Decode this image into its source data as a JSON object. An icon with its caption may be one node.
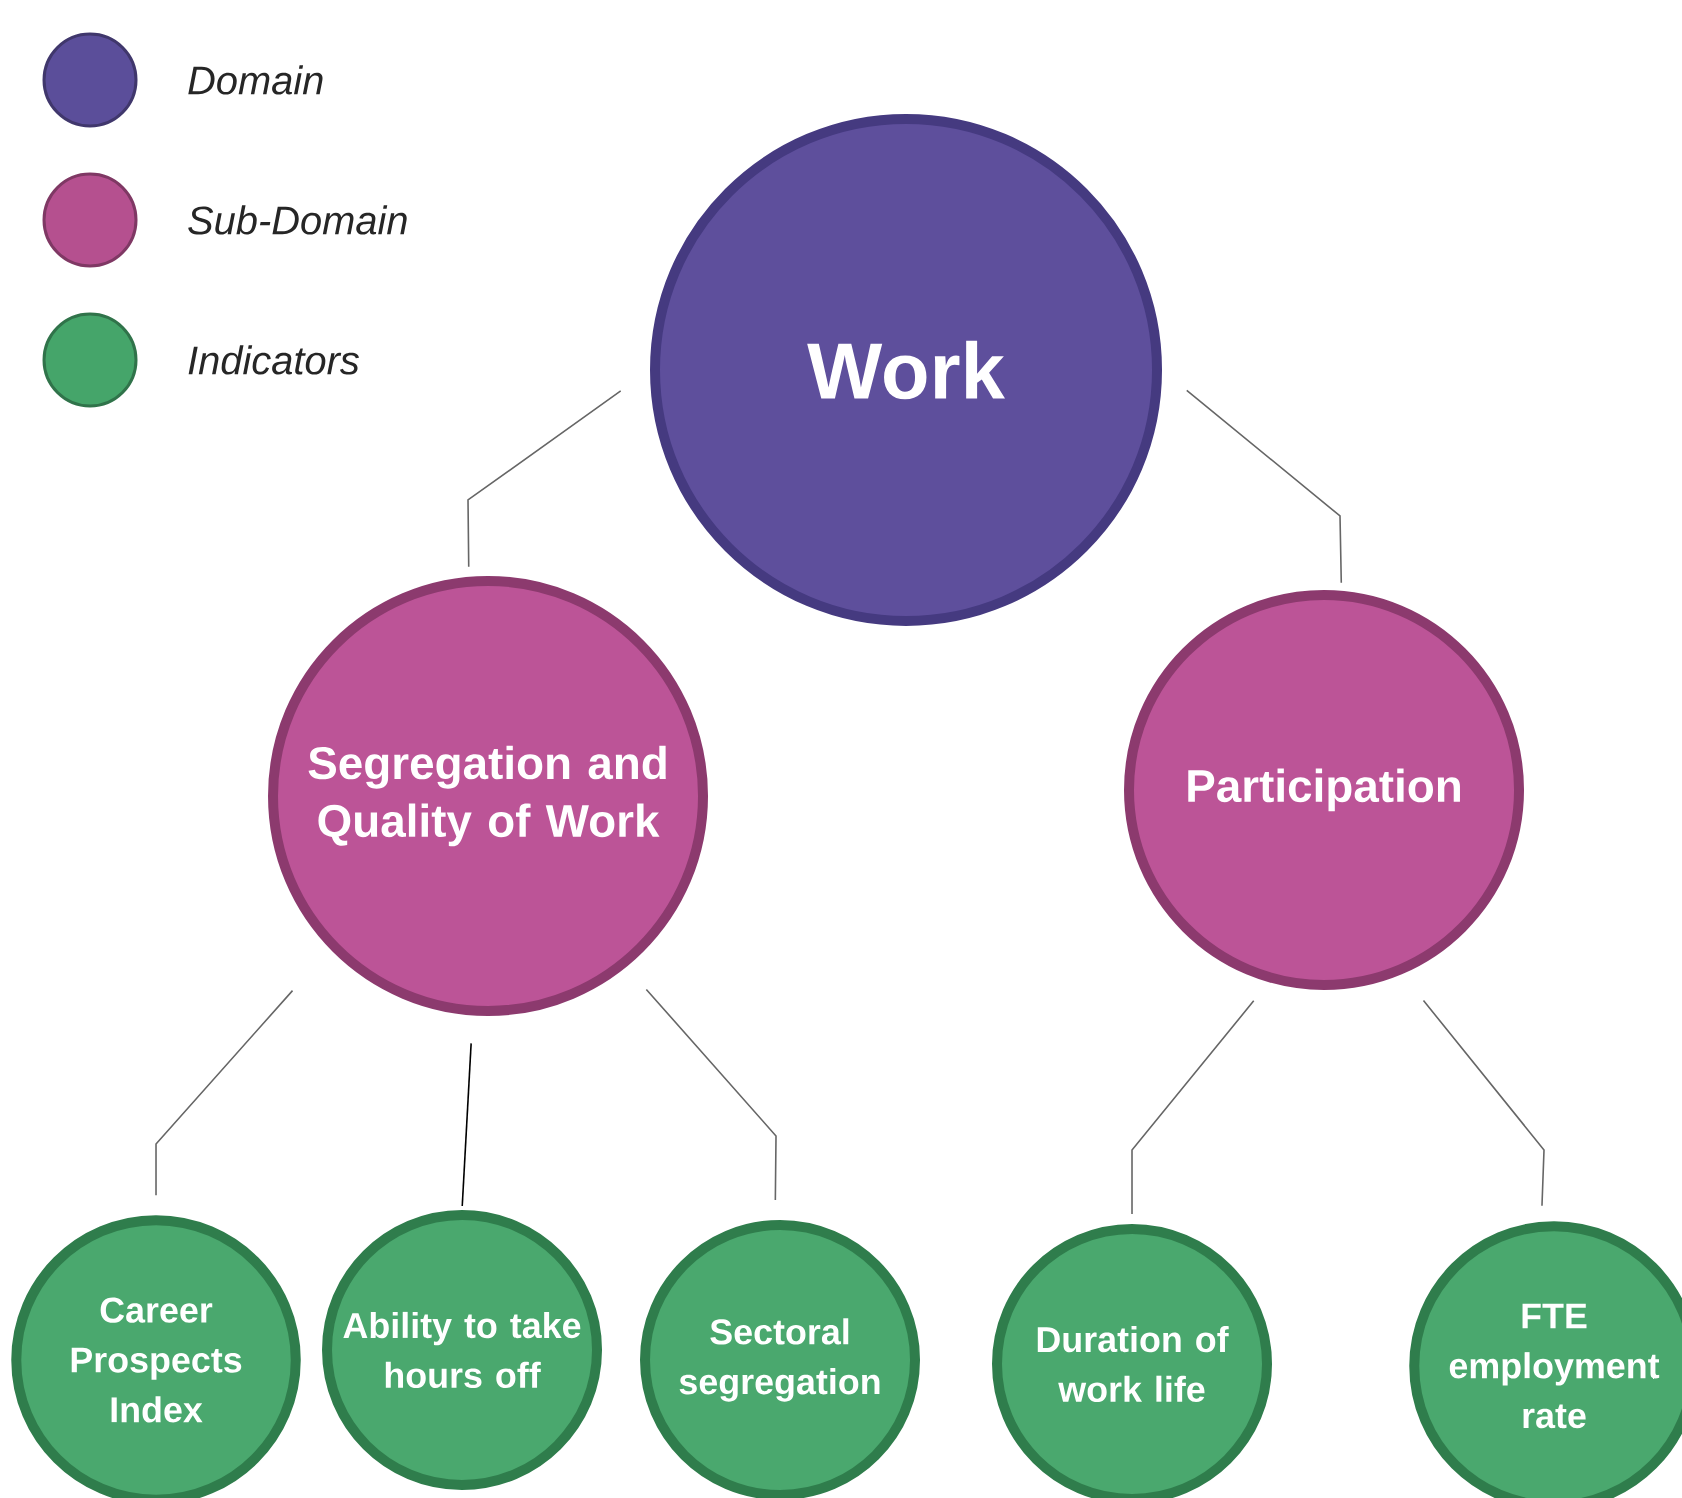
{
  "diagram": {
    "nodes": [
      {
        "text": [
          "Work"
        ]
      },
      {
        "text": [
          "Segregation and Quality of Work"
        ]
      },
      {
        "text": [
          "Participation"
        ]
      },
      {
        "text": [
          "Career Prospects Index"
        ]
      },
      {
        "text": [
          "Ability to take hours off"
        ]
      },
      {
        "text": [
          "Sectoral segregation"
        ]
      },
      {
        "text": [
          "Duration of work life"
        ]
      },
      {
        "text": [
          "FTE employment rate"
        ]
      }
    ],
    "edges": [
      {
        "from": 0,
        "to": 1,
        "arrow": "none"
      },
      {
        "from": 0,
        "to": 2,
        "arrow": "none"
      },
      {
        "from": 1,
        "to": 3,
        "arrow": "none"
      },
      {
        "from": 1,
        "to": 4,
        "arrow": "none",
        "color": "#000000"
      },
      {
        "from": 1,
        "to": 5,
        "arrow": "none"
      },
      {
        "from": 2,
        "to": 6,
        "arrow": "none"
      },
      {
        "from": 2,
        "to": 7,
        "arrow": "none"
      }
    ],
    "legend": [
      {
        "text": "Domain",
        "color": "#5b4e9a"
      },
      {
        "text": "Sub-Domain",
        "color": "#b5508f"
      },
      {
        "text": "Indicators",
        "color": "#45a56a"
      }
    ]
  }
}
